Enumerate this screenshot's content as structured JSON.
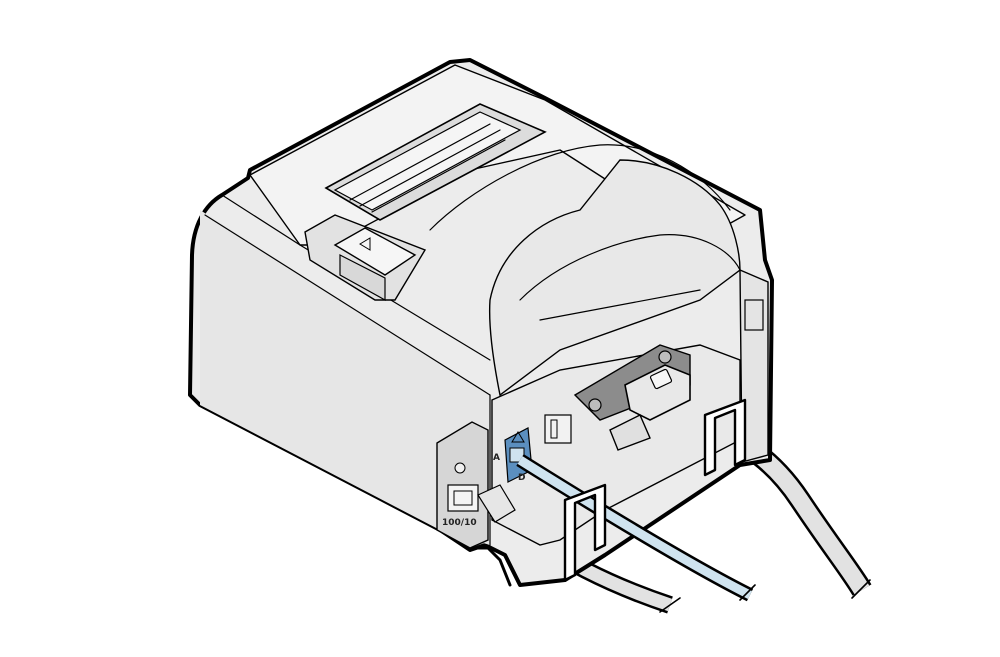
{
  "illustration": {
    "port_labels": {
      "left_port": "100/10",
      "drawer_port": "D",
      "power_rating": "A"
    },
    "colors": {
      "background": "#ffffff",
      "outline": "#000000",
      "body_fill": "#ececec",
      "body_shade": "#dcdcdc",
      "panel_fill": "#d6d6d6",
      "cable_fill": "#e2e2e2",
      "highlight_cable": "#cfe3ef",
      "highlight_port": "#5b8fbf"
    }
  }
}
